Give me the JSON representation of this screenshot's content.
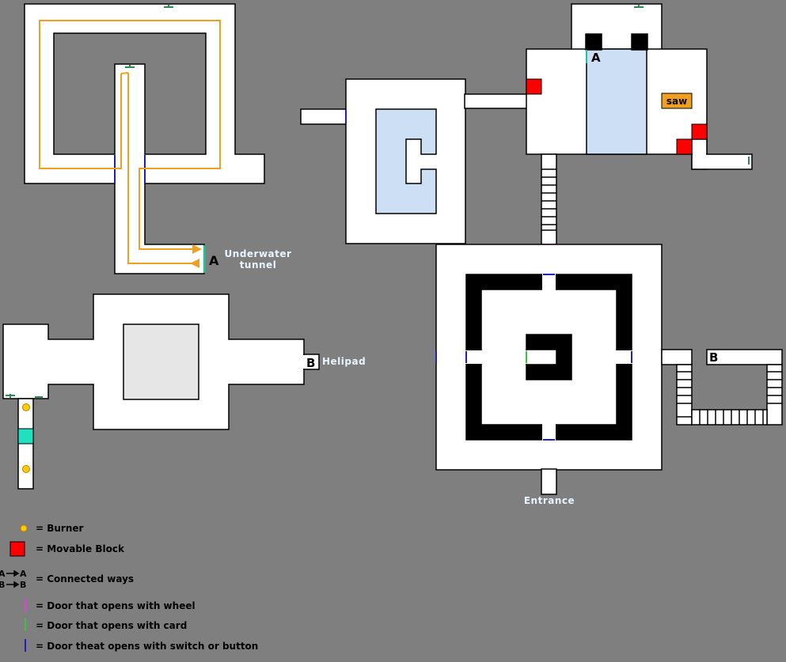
{
  "map": {
    "labels": {
      "underwater_line1": "Underwater",
      "underwater_line2": "tunnel",
      "helipad": "Helipad",
      "entrance": "Entrance",
      "saw": "saw",
      "marker_a": "A",
      "marker_b": "B"
    },
    "legend": {
      "burner": "= Burner",
      "movable_block": "= Movable Block",
      "connected_ways": "= Connected ways",
      "connected_a": "A",
      "connected_b": "B",
      "door_wheel": "= Door that opens with wheel",
      "door_card": "= Door that opens with card",
      "door_switch": "= Door theat opens with switch or button"
    },
    "colors": {
      "background": "#7f7f7f",
      "floor": "#ffffff",
      "water": "#cddff5",
      "block": "#ff0000",
      "path": "#f0a020",
      "door_wheel": "#e040e0",
      "door_card": "#40c040",
      "door_switch": "#2020c0",
      "burner": "#ffcc00",
      "teal": "#20e0c0",
      "saw": "#f0a020",
      "label_light": "#e8f4ff"
    }
  }
}
